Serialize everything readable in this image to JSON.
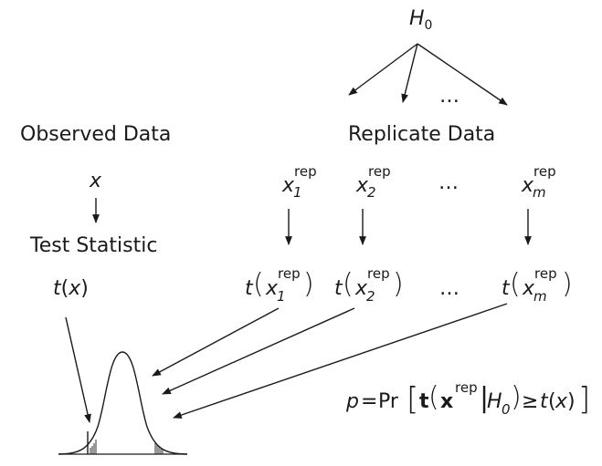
{
  "hypothesis": {
    "symbol": "H",
    "sub": "0"
  },
  "ellipsis": "…",
  "observed": {
    "heading": "Observed Data",
    "x": "x",
    "test_heading": "Test Statistic",
    "t_func": "t",
    "t_arg": "x"
  },
  "replicate": {
    "heading": "Replicate Data",
    "base": "x",
    "sup": "rep",
    "subs": [
      "1",
      "2",
      "m"
    ],
    "t_func": "t"
  },
  "formula": {
    "p": "p",
    "eq": "=",
    "pr": "Pr",
    "t_bold": "t",
    "x_bold": "x",
    "rep": "rep",
    "h": "H",
    "h_sub": "0",
    "geq": "≥",
    "t": "t",
    "x": "x"
  }
}
